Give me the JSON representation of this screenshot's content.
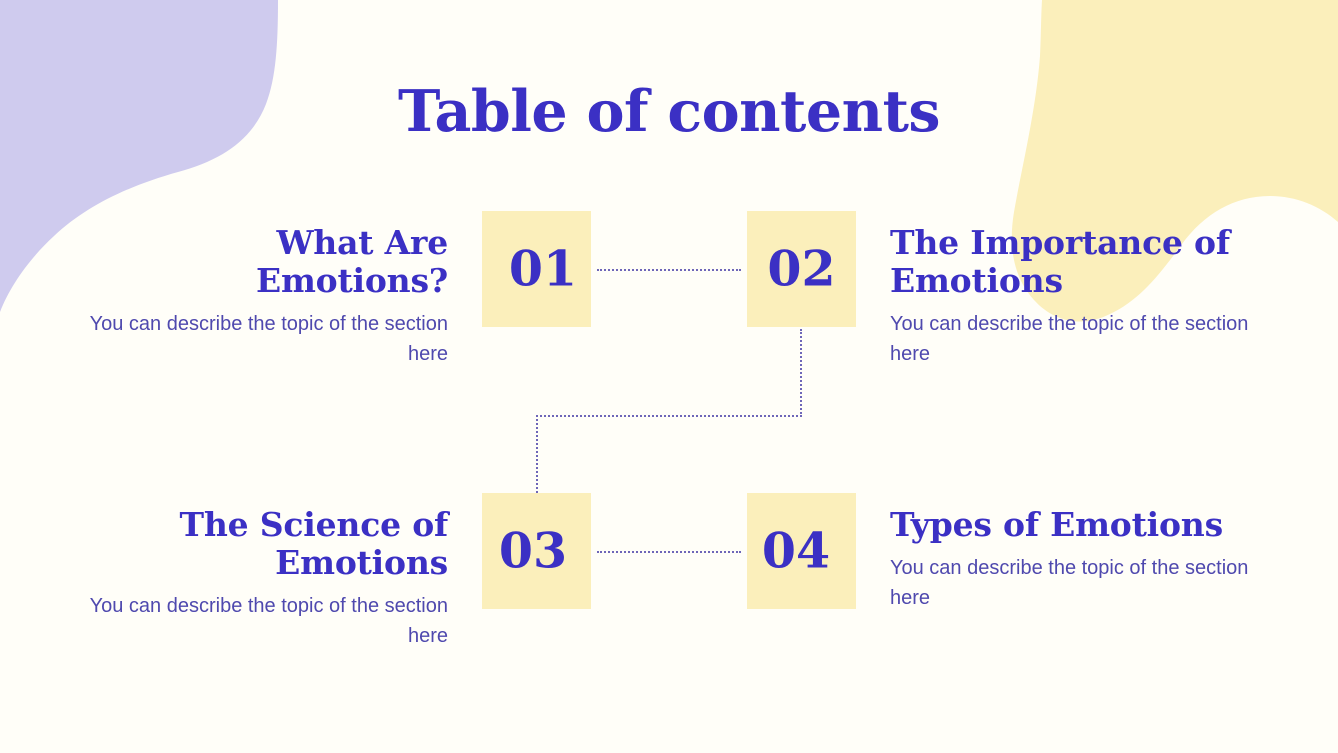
{
  "slide": {
    "title": "Table of contents",
    "background_color": "#FFFEF8",
    "accent_color": "#3B30C4",
    "box_color": "#FBEFBB",
    "blob_lavender_color": "#CFCBEE",
    "blob_yellow_color": "#FBEFBB",
    "description_color": "#4F49AE",
    "connector_color": "#6E66B8"
  },
  "sections": [
    {
      "number": "01",
      "heading": "What Are Emotions?",
      "description": "You can describe the topic of the section here",
      "align": "left-column"
    },
    {
      "number": "02",
      "heading": "The Importance of Emotions",
      "description": "You can describe the topic of the section here",
      "align": "right-column"
    },
    {
      "number": "03",
      "heading": "The Science of Emotions",
      "description": "You can describe the topic of the section here",
      "align": "left-column"
    },
    {
      "number": "04",
      "heading": "Types of Emotions",
      "description": "You can describe the topic of the section here",
      "align": "right-column"
    }
  ]
}
